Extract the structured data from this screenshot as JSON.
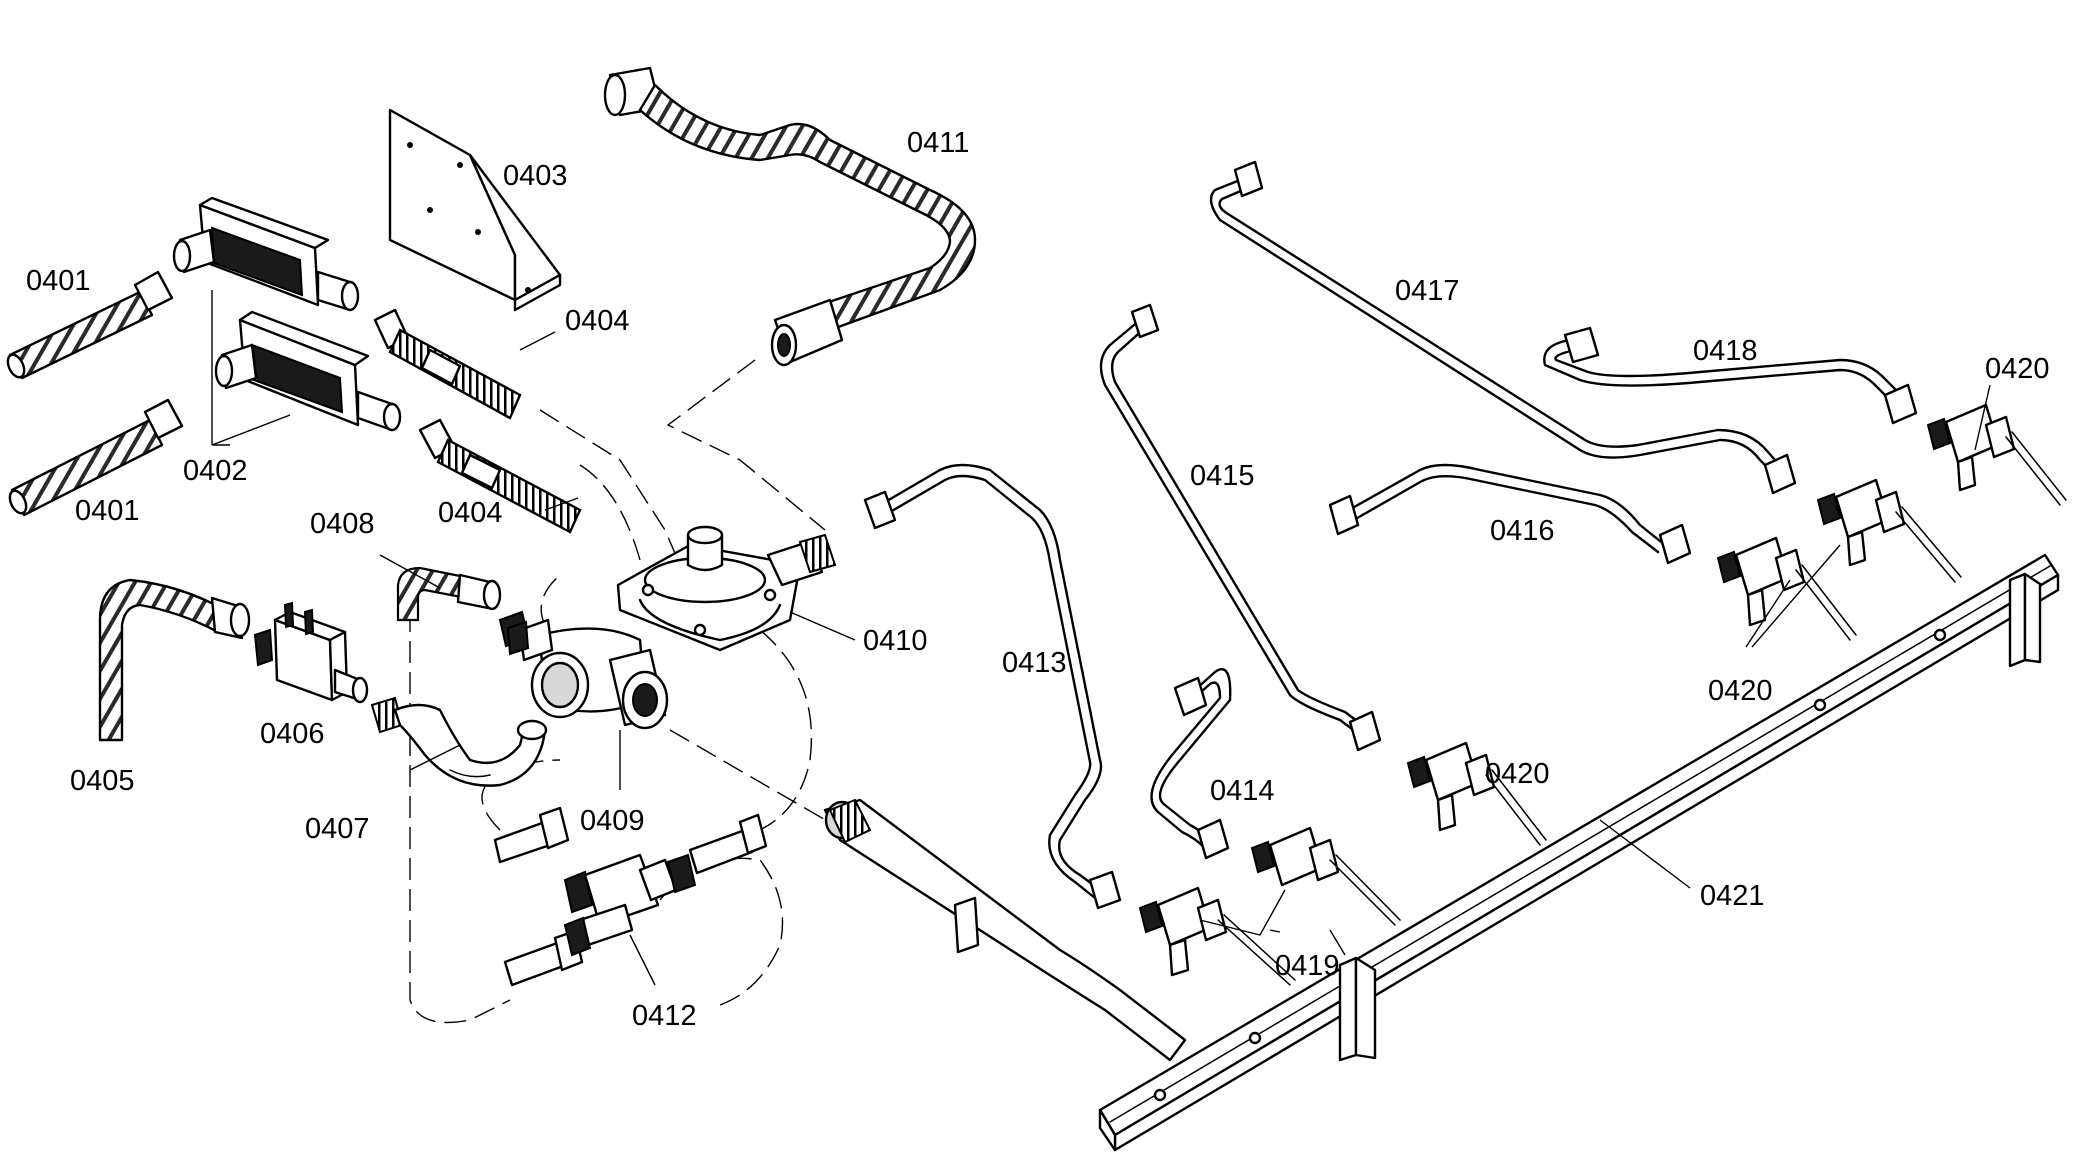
{
  "parts": [
    {
      "key": "p0401a",
      "label": "0401"
    },
    {
      "key": "p0401b",
      "label": "0401"
    },
    {
      "key": "p0402",
      "label": "0402"
    },
    {
      "key": "p0403",
      "label": "0403"
    },
    {
      "key": "p0404a",
      "label": "0404"
    },
    {
      "key": "p0404b",
      "label": "0404"
    },
    {
      "key": "p0405",
      "label": "0405"
    },
    {
      "key": "p0406",
      "label": "0406"
    },
    {
      "key": "p0407",
      "label": "0407"
    },
    {
      "key": "p0408",
      "label": "0408"
    },
    {
      "key": "p0409",
      "label": "0409"
    },
    {
      "key": "p0410",
      "label": "0410"
    },
    {
      "key": "p0411",
      "label": "0411"
    },
    {
      "key": "p0412",
      "label": "0412"
    },
    {
      "key": "p0413",
      "label": "0413"
    },
    {
      "key": "p0414",
      "label": "0414"
    },
    {
      "key": "p0415",
      "label": "0415"
    },
    {
      "key": "p0416",
      "label": "0416"
    },
    {
      "key": "p0417",
      "label": "0417"
    },
    {
      "key": "p0418",
      "label": "0418"
    },
    {
      "key": "p0419",
      "label": "0419"
    },
    {
      "key": "p0420a",
      "label": "0420"
    },
    {
      "key": "p0420b",
      "label": "0420"
    },
    {
      "key": "p0420c",
      "label": "0420"
    },
    {
      "key": "p0421",
      "label": "0421"
    }
  ]
}
